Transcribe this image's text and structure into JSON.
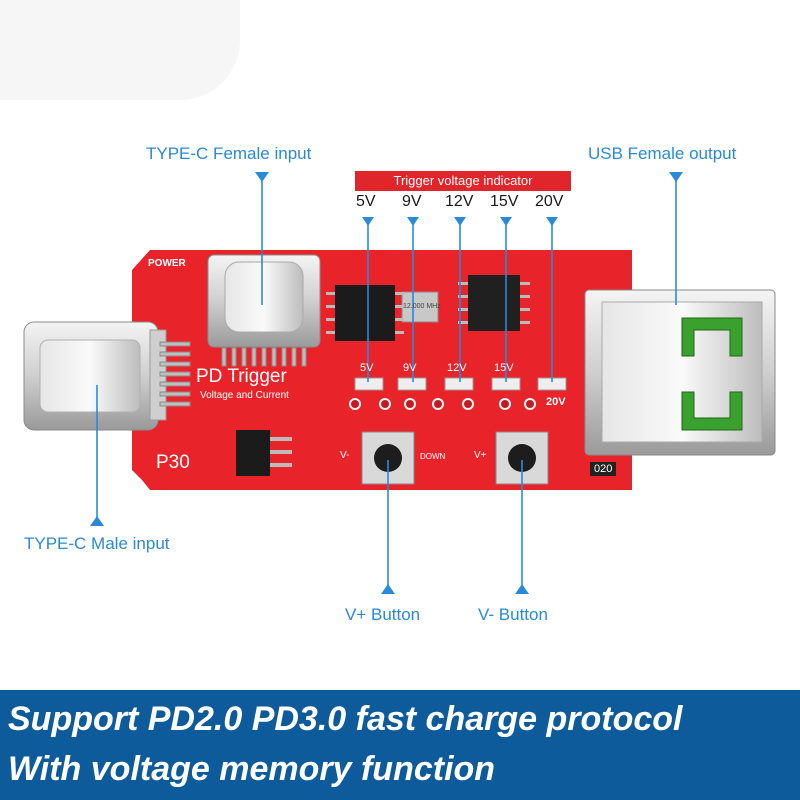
{
  "callouts": {
    "typec_female": "TYPE-C Female input",
    "usb_female": "USB Female output",
    "typec_male": "TYPE-C Male input",
    "vplus": "V+ Button",
    "vminus": "V- Button"
  },
  "indicator": {
    "title": "Trigger voltage indicator",
    "voltages": [
      "5V",
      "9V",
      "12V",
      "15V",
      "20V"
    ]
  },
  "board": {
    "power": "POWER",
    "brand": "PD Trigger",
    "sub": "Voltage and Current",
    "model": "P30",
    "led_labels": [
      "5V",
      "9V",
      "12V",
      "15V",
      "20V"
    ],
    "btn_left_label": "V-",
    "btn_down_label": "DOWN",
    "btn_right_label": "V+",
    "chip_marking": "12.000 MHz",
    "resistor": "020"
  },
  "footer": {
    "line1": "Support PD2.0 PD3.0 fast charge protocol",
    "line2": "With voltage memory function"
  },
  "colors": {
    "callout": "#2a8ad8",
    "banner": "#e0252b",
    "pcb": "#e8242a",
    "footer": "#0e5b9c"
  }
}
